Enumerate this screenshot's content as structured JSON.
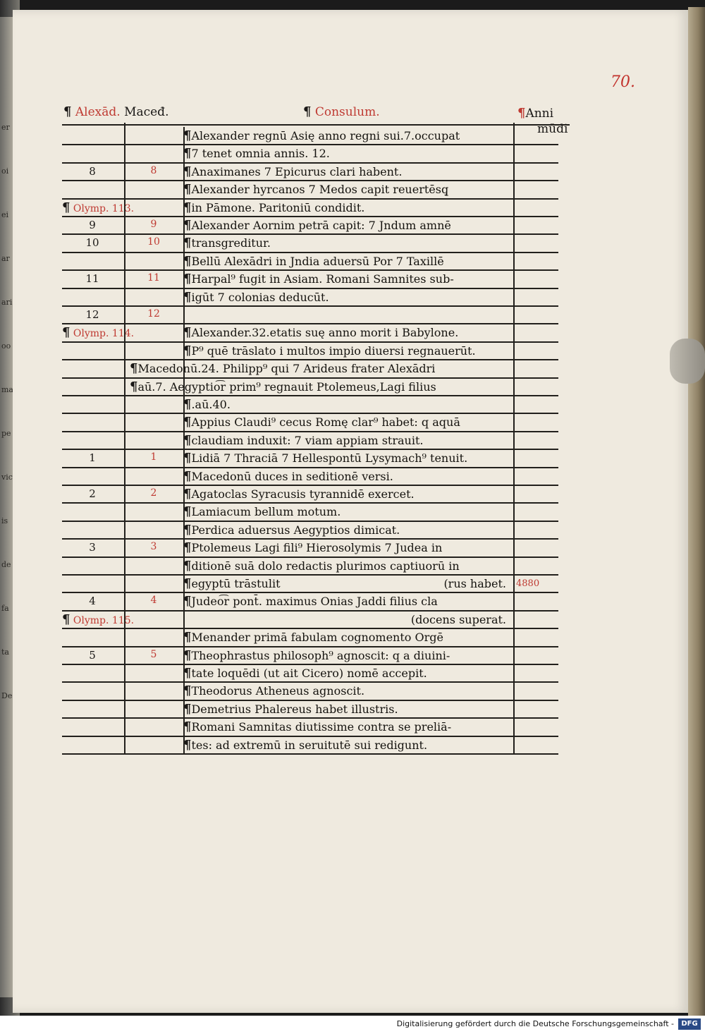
{
  "folio": "70.",
  "header": {
    "alex": "Alexād.",
    "maced": "Maceđ.",
    "consulum": "Consulum.",
    "anni_1": "Anni",
    "anni_2": "mūdi"
  },
  "rows": [
    {
      "c1": "",
      "c2": "",
      "text": "Alexander regnū Asię anno regni sui.7.occupat"
    },
    {
      "c1": "",
      "c2": "",
      "text": "7 tenet omnia annis. 12."
    },
    {
      "c1": "8",
      "c2": "8",
      "text": "Anaximanes 7 Epicurus clari habent."
    },
    {
      "c1": "",
      "c2": "",
      "text": "Alexander hyrcanos 7 Medos capit reuertēsq̧"
    },
    {
      "c1o": "Olymp. 113.",
      "text": "in Pāmone. Paritoniū condidit."
    },
    {
      "c1": "9",
      "c2": "9",
      "text": "Alexander Aornim petrā capit: 7 Jndum amnē"
    },
    {
      "c1": "10",
      "c2": "10",
      "text": "transgreditur."
    },
    {
      "c1": "",
      "c2": "",
      "text": "Bellū Alexādri in Jndia aduersū Por 7 Taxillē"
    },
    {
      "c1": "11",
      "c2": "11",
      "text": "Harpal⁹ fugit in Asiam. Romani Samnites sub-"
    },
    {
      "c1": "",
      "c2": "",
      "text": "igūt 7 colonias deducūt."
    },
    {
      "c1": "12",
      "c2": "12",
      "text": ""
    },
    {
      "c1o": "Olymp. 114.",
      "text": "Alexander.32.etatis suę anno morit i Babylone."
    },
    {
      "c1": "",
      "c2": "",
      "text": "P⁹ quē trāslato i multos impio diuersi regnauerūt."
    },
    {
      "wide": "Macedonū.24. Philipp⁹ qui 7 Arideus frater Alexādri"
    },
    {
      "wide": "aū.7. Aegyptio͡r prim⁹ regnauit Ptolemeus,Lagi filius"
    },
    {
      "c1": "",
      "c2": "",
      "text": ".aū.40."
    },
    {
      "c1": "",
      "c2": "",
      "text": "Appius Claudi⁹ cecus Romę clar⁹ habet: q aquā"
    },
    {
      "c1": "",
      "c2": "",
      "text": "claudiam induxit: 7 viam appiam strauit."
    },
    {
      "c1": "1",
      "c2": "1",
      "text": "Lidiā 7 Thraciā 7 Hellespontū Lysymach⁹ tenuit."
    },
    {
      "c1": "",
      "c2": "",
      "text": "Macedonū duces in seditionē versi."
    },
    {
      "c1": "2",
      "c2": "2",
      "text": "Agatoclas Syracusis tyrannidē exercet."
    },
    {
      "c1": "",
      "c2": "",
      "text": "Lamiacum bellum motum."
    },
    {
      "c1": "",
      "c2": "",
      "text": "Perdica aduersus Aegyptios dimicat."
    },
    {
      "c1": "3",
      "c2": "3",
      "text": "Ptolemeus Lagi fili⁹ Hierosolymis 7 Judea in"
    },
    {
      "c1": "",
      "c2": "",
      "text": "ditionē suā dolo redactis plurimos captiuorū in"
    },
    {
      "c1": "",
      "c2": "",
      "text": "egyptū trāstulit",
      "right": "(rus habet.",
      "annus": "4880"
    },
    {
      "c1": "4",
      "c2": "4",
      "text": "Judeo͡r pont̄. maximus Onias Jaddi filius cla"
    },
    {
      "c1o": "Olymp. 115.",
      "text": "",
      "right": "(docens superat."
    },
    {
      "c1": "",
      "c2": "",
      "text": "Menander primā fabulam cognomento Orgē"
    },
    {
      "c1": "5",
      "c2": "5",
      "text": "Theophrastus philosoph⁹ agnoscit: q a diuini-"
    },
    {
      "c1": "",
      "c2": "",
      "text": "tate loquēdi (ut ait Cicero) nomē accepit."
    },
    {
      "c1": "",
      "c2": "",
      "text": "Theodorus Atheneus agnoscit."
    },
    {
      "c1": "",
      "c2": "",
      "text": "Demetrius Phalereus habet illustris."
    },
    {
      "c1": "",
      "c2": "",
      "text": "Romani Samnitas diutissime contra se preliā-"
    },
    {
      "c1": "",
      "c2": "",
      "text": "tes: ad extremū in seruitutē sui redigunt."
    }
  ],
  "footer": {
    "credit": "Digitalisierung gefördert durch die Deutsche Forschungsgemeinschaft -",
    "logo": "DFG"
  },
  "left_margin_fragments": [
    "er",
    "oi",
    "ei",
    "ar",
    "ari",
    "oo",
    "ma",
    "pe",
    "vic",
    "is",
    "de",
    "fa",
    "ta",
    "De"
  ]
}
